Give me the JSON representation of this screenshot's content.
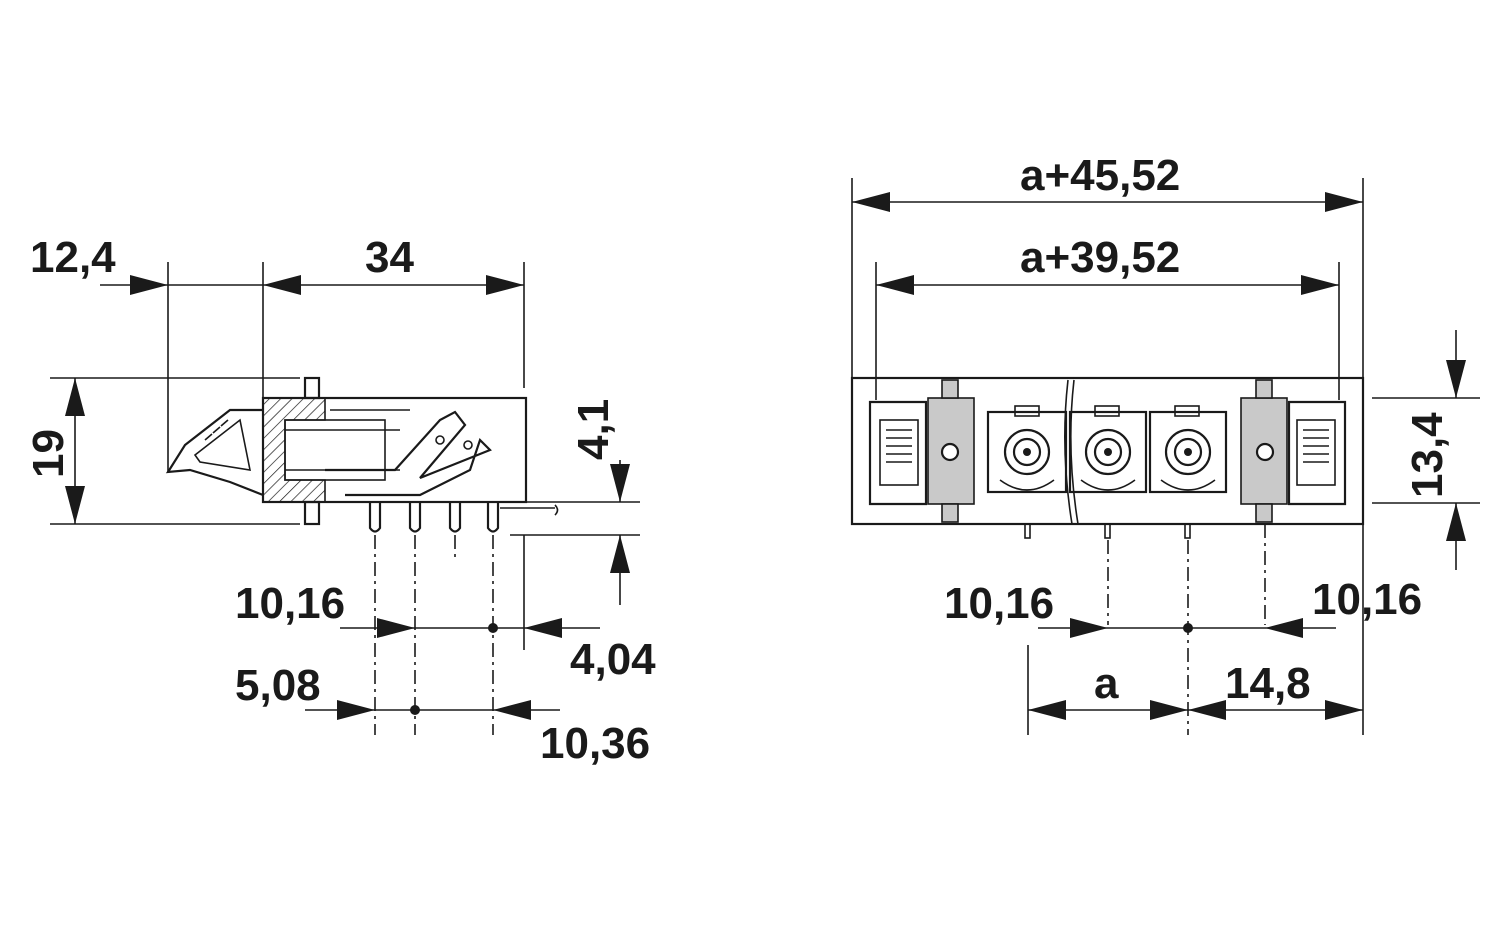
{
  "side_view": {
    "dim_top_left": "12,4",
    "dim_top_width": "34",
    "dim_height": "19",
    "dim_pin_height": "4,1",
    "dim_pitch_top": "10,16",
    "dim_offset_right": "4,04",
    "dim_pitch_bottom": "5,08",
    "dim_offset_bottom": "10,36"
  },
  "front_view": {
    "dim_overall": "a+45,52",
    "dim_inner": "a+39,52",
    "dim_height": "13,4",
    "dim_left_pitch": "10,16",
    "dim_right_pitch": "10,16",
    "dim_a": "a",
    "dim_right_offset": "14,8"
  },
  "colors": {
    "line": "#1a1a1a",
    "fill_grey": "#c9c9c9",
    "background": "#ffffff"
  }
}
